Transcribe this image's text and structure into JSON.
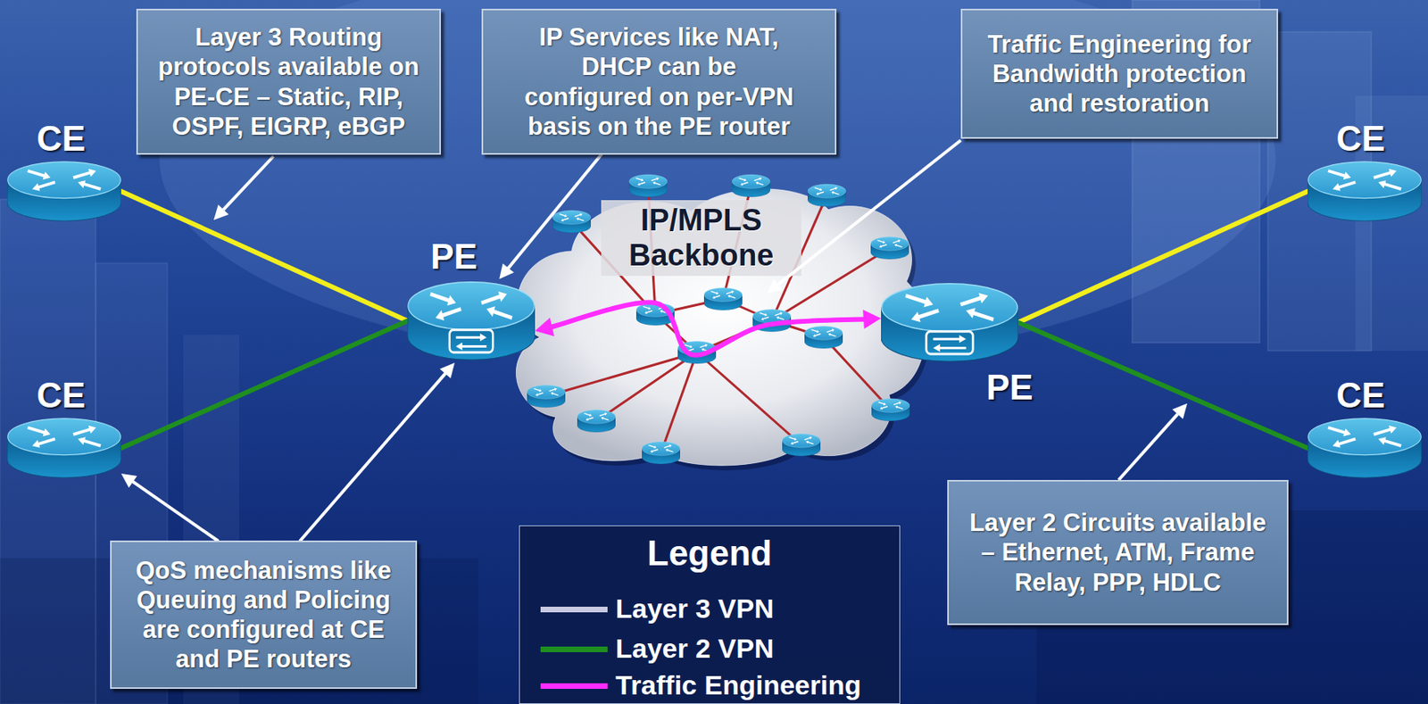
{
  "diagram": {
    "nodes": [
      {
        "text": [
          "Layer 3 Routing protocols available on PE-CE – Static, RIP, OSPF, EIGRP, eBGP"
        ]
      },
      {
        "text": [
          "IP Services like NAT, DHCP can be configured on per-VPN basis on the PE router"
        ]
      },
      {
        "text": [
          "Traffic Engineering for Bandwidth protection and restoration"
        ]
      },
      {
        "text": [
          "CE"
        ]
      },
      {
        "text": [
          "CE"
        ]
      },
      {
        "text": [
          "IP/MPLS Backbone"
        ]
      },
      {
        "text": [
          "PE"
        ]
      },
      {
        "text": [
          "PE"
        ]
      },
      {
        "text": [
          "CE"
        ]
      },
      {
        "text": [
          "CE"
        ]
      },
      {
        "text": [
          "QoS mechanisms like Queuing and Policing are configured at CE and PE routers"
        ]
      },
      {
        "text": [
          "Layer 2 Circuits available – Ethernet, ATM, Frame Relay, PPP, HDLC"
        ]
      }
    ],
    "edges": [
      {
        "from": 3,
        "to": 6,
        "arrow": "none"
      },
      {
        "from": 8,
        "to": 6,
        "arrow": "none"
      },
      {
        "from": 7,
        "to": 4,
        "arrow": "none"
      },
      {
        "from": 7,
        "to": 9,
        "arrow": "none"
      },
      {
        "from": 6,
        "to": 7,
        "arrow": "both"
      },
      {
        "from": 1,
        "to": 6,
        "arrow": "to"
      },
      {
        "from": 10,
        "to": 8,
        "arrow": "to"
      },
      {
        "from": 10,
        "to": 6,
        "arrow": "to"
      }
    ],
    "labels": [
      "Legend"
    ],
    "legend": [
      {
        "text": "Layer 3 VPN",
        "color": "#c9c9e2"
      },
      {
        "text": "Layer 2 VPN",
        "color": "#1f8f1f"
      },
      {
        "text": "Traffic Engineering",
        "color": "#ff2cff"
      }
    ]
  }
}
